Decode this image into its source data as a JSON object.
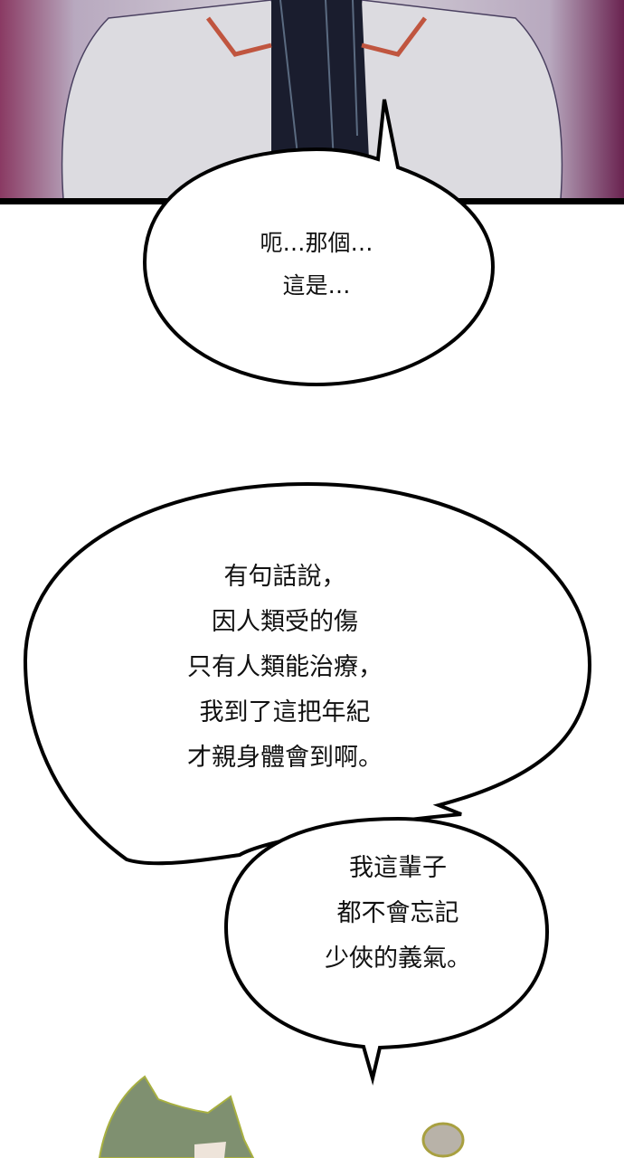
{
  "bubbles": [
    {
      "lines": [
        "呃…那個…",
        "這是…"
      ]
    },
    {
      "lines": [
        "有句話說，",
        "因人類受的傷",
        "只有人類能治療，",
        "我到了這把年紀",
        "才親身體會到啊。"
      ]
    },
    {
      "lines": [
        "我這輩子",
        "都不會忘記",
        "少俠的義氣。"
      ]
    }
  ],
  "colors": {
    "panel_bg": "#c9c4cf",
    "panel_edge": "#7a2a55",
    "hair": "#1a1d2e",
    "ink": "#000000"
  }
}
